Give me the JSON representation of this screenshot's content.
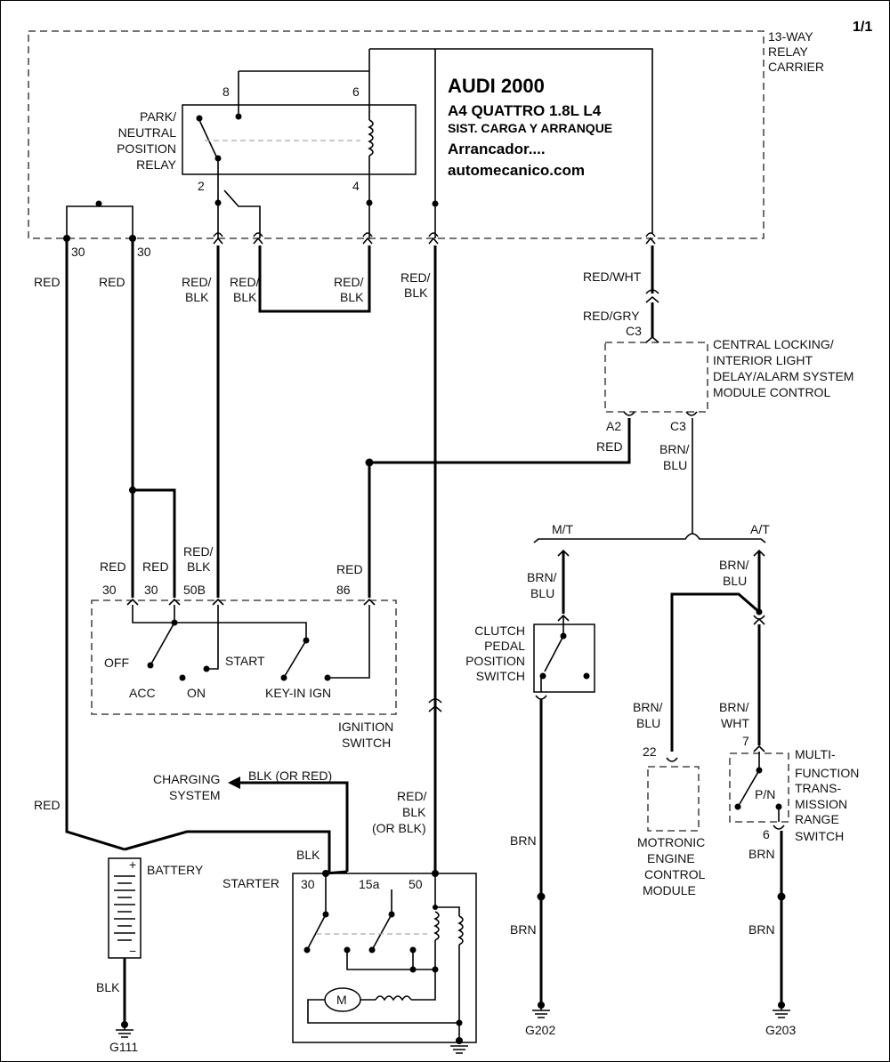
{
  "page": "1/1",
  "title": {
    "make": "AUDI 2000",
    "model": "A4 QUATTRO 1.8L L4",
    "system": "SIST. CARGA Y ARRANQUE",
    "subject": "Arrancador....",
    "site": "automecanico.com"
  },
  "components": {
    "relay_carrier": [
      "13-WAY",
      "RELAY",
      "CARRIER"
    ],
    "pn_relay": [
      "PARK/",
      "NEUTRAL",
      "POSITION",
      "RELAY"
    ],
    "central_locking": [
      "CENTRAL LOCKING/",
      "INTERIOR LIGHT",
      "DELAY/ALARM SYSTEM",
      "MODULE CONTROL"
    ],
    "ignition_switch": [
      "IGNITION",
      "SWITCH"
    ],
    "clutch_switch": [
      "CLUTCH",
      "PEDAL",
      "POSITION",
      "SWITCH"
    ],
    "motronic": [
      "MOTRONIC",
      "ENGINE",
      "CONTROL",
      "MODULE"
    ],
    "mfts": [
      "MULTI-",
      "FUNCTION",
      "TRANS-",
      "MISSION",
      "RANGE",
      "SWITCH"
    ],
    "battery": "BATTERY",
    "starter": "STARTER",
    "charging": [
      "CHARGING",
      "SYSTEM"
    ]
  },
  "pins": {
    "relay_8": "8",
    "relay_6": "6",
    "relay_2": "2",
    "relay_4": "4",
    "carrier_30a": "30",
    "carrier_30b": "30",
    "c3_top": "C3",
    "a2": "A2",
    "c3_bot": "C3",
    "ign_30a": "30",
    "ign_30b": "30",
    "ign_50b": "50B",
    "ign_86": "86",
    "mfts_7": "7",
    "mfts_6": "6",
    "mfts_pn": "P/N",
    "motronic_22": "22",
    "starter_30": "30",
    "starter_15a": "15a",
    "starter_50": "50",
    "motor_m": "M",
    "batt_plus": "+",
    "batt_minus": "−"
  },
  "ignition_positions": {
    "off": "OFF",
    "acc": "ACC",
    "on": "ON",
    "start": "START",
    "keyin": "KEY-IN IGN"
  },
  "wires": {
    "red_l1": "RED",
    "red_l2": "RED",
    "redblk_1": [
      "RED/",
      "BLK"
    ],
    "redblk_2": [
      "RED/",
      "BLK"
    ],
    "redblk_3": [
      "RED/",
      "BLK"
    ],
    "redblk_4": [
      "RED/",
      "BLK"
    ],
    "redwht": "RED/WHT",
    "redgry": "RED/GRY",
    "red_a2": "RED",
    "brnblu_1": [
      "BRN/",
      "BLU"
    ],
    "mt": "M/T",
    "at": "A/T",
    "brnblu_2": [
      "BRN/",
      "BLU"
    ],
    "brnblu_3": [
      "BRN/",
      "BLU"
    ],
    "red_i1": "RED",
    "red_i2": "RED",
    "redblk_i": [
      "RED/",
      "BLK"
    ],
    "red_86": "RED",
    "brnblu_4": [
      "BRN/",
      "BLU"
    ],
    "brnwht": [
      "BRN/",
      "WHT"
    ],
    "blk_or_red": "BLK (OR RED)",
    "redblk_orblk": [
      "RED/",
      "BLK",
      "(OR BLK)"
    ],
    "red_batt": "RED",
    "blk_starter": "BLK",
    "blk_batt": "BLK",
    "brn_1": "BRN",
    "brn_2": "BRN",
    "brn_3": "BRN",
    "brn_4": "BRN"
  },
  "grounds": {
    "g111": "G111",
    "g202": "G202",
    "g203": "G203"
  }
}
